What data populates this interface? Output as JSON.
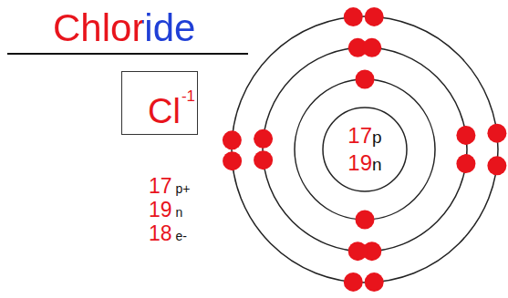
{
  "diagram": {
    "title": "Chloride",
    "nodes": [
      {
        "text": [
          "Cl",
          "-1"
        ]
      },
      {
        "text": [
          "17p",
          "19n"
        ]
      }
    ],
    "labels": [
      "17 p+",
      "19 n",
      "18 e-"
    ]
  }
}
